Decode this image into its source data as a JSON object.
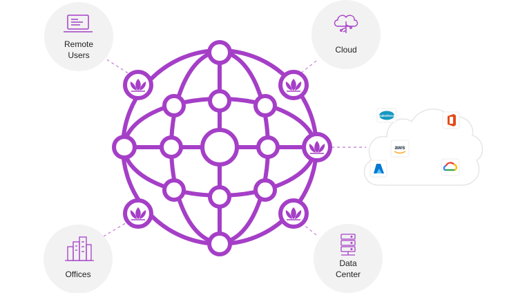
{
  "colors": {
    "accent": "#a53fc7",
    "node_fill": "#ffffff",
    "endpoint_circle": "#f2f2f2",
    "connector": "#c98bd9",
    "cloud_outline": "#e6e6e6"
  },
  "endpoints": {
    "remote_users": {
      "label": "Remote Users",
      "line1": "Remote",
      "line2": "Users",
      "icon": "laptop-icon"
    },
    "cloud": {
      "label": "Cloud",
      "icon": "cloud-tree-icon"
    },
    "offices": {
      "label": "Offices",
      "icon": "buildings-icon"
    },
    "data_center": {
      "label": "Data Center",
      "line1": "Data",
      "line2": "Center",
      "icon": "server-rack-icon"
    }
  },
  "cloud_apps": {
    "salesforce": {
      "label": "salesforce",
      "color": "#1798c1"
    },
    "office": {
      "label": "office-365",
      "color": "#e64a19"
    },
    "aws": {
      "label": "aws",
      "color": "#232f3e",
      "accent": "#ff9900"
    },
    "azure": {
      "label": "azure",
      "color": "#0078d4"
    },
    "gcp": {
      "label": "google-cloud",
      "colors": [
        "#ea4335",
        "#4285f4",
        "#fbbc05",
        "#34a853"
      ]
    }
  },
  "gateway_icon": "lotus-icon"
}
